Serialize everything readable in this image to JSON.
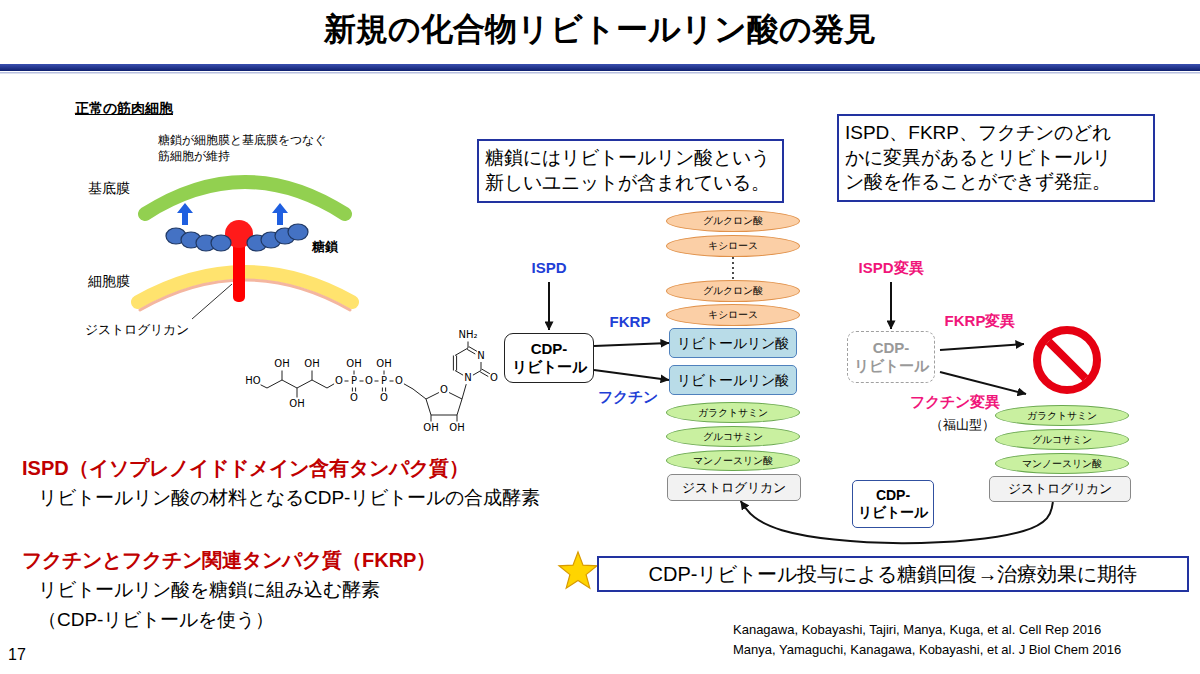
{
  "diagram": {
    "title": "新規の化合物リビトールリン酸の発見",
    "nodes": [
      {
        "text": [
          "糖鎖にはリビトールリン酸という 新しいユニットが含まれている。"
        ]
      },
      {
        "text": [
          "ISPD、FKRP、フクチンのどれ かに変異があるとリビトールリ ン酸を作ることができず発症。"
        ]
      },
      {
        "text": [
          "CDP- リビトール"
        ]
      },
      {
        "text": [
          "グルクロン酸"
        ]
      },
      {
        "text": [
          "キシロース"
        ]
      },
      {
        "text": [
          "グルクロン酸"
        ]
      },
      {
        "text": [
          "キシロース"
        ]
      },
      {
        "text": [
          "リビトールリン酸"
        ]
      },
      {
        "text": [
          "リビトールリン酸"
        ]
      },
      {
        "text": [
          "ガラクトサミン"
        ]
      },
      {
        "text": [
          "グルコサミン"
        ]
      },
      {
        "text": [
          "マンノースリン酸"
        ]
      },
      {
        "text": [
          "ジストログリカン"
        ]
      },
      {
        "text": [
          "CDP- リビトール"
        ]
      },
      {
        "text": [
          "ガラクトサミン"
        ]
      },
      {
        "text": [
          "グルコサミン"
        ]
      },
      {
        "text": [
          "マンノースリン酸"
        ]
      },
      {
        "text": [
          "ジストログリカン"
        ]
      },
      {
        "text": [
          "CDP- リビトール"
        ]
      },
      {
        "text": [
          "CDP-リビトール投与による糖鎖回復→治療効果に期待"
        ]
      }
    ],
    "edges": [
      {
        "from": 2,
        "to": 7,
        "arrow": "to",
        "label": "FKRP"
      },
      {
        "from": 2,
        "to": 8,
        "arrow": "to",
        "label": "フクチン"
      },
      {
        "from": 4,
        "to": 5,
        "arrow": "none"
      },
      {
        "from": 17,
        "to": 12,
        "arrow": "to"
      }
    ],
    "labels": [
      "正常の筋肉細胞",
      "糖鎖が細胞膜と基底膜をつなぐ 筋細胞が維持",
      "基底膜",
      "糖鎖",
      "細胞膜",
      "ジストログリカン",
      "HO",
      "OH",
      "OH",
      "OH",
      "O",
      "OH",
      "P",
      "O",
      "O",
      "OH",
      "P",
      "O",
      "O",
      "O",
      "OH",
      "OH",
      "N",
      "N",
      "NH₂",
      "O",
      "ISPD",
      "ISPD変異",
      "FKRP変異",
      "フクチン変異",
      "（福山型）",
      "ISPD（イソプレノイドドメイン含有タンパク質）",
      "リビトールリン酸の材料となるCDP-リビトールの合成酵素",
      "フクチンとフクチン関連タンパク質（FKRP）",
      "リビトールリン酸を糖鎖に組み込む酵素",
      "（CDP-リビトールを使う）",
      "17",
      "Kanagawa, Kobayashi, Tajiri, Manya, Kuga, et al. Cell Rep 2016",
      "Manya, Yamaguchi, Kanagawa, Kobayashi, et al. J Biol Chem 2016"
    ]
  }
}
